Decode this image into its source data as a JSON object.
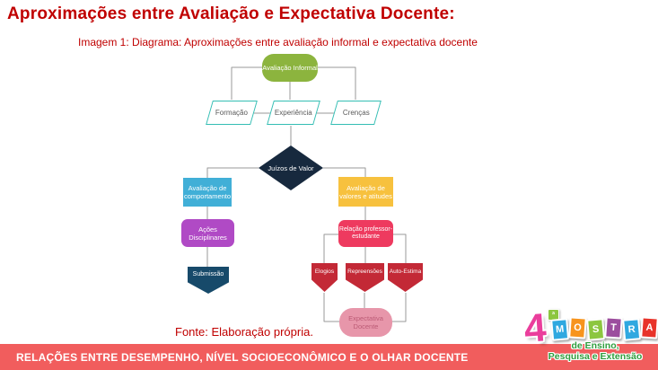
{
  "page": {
    "title": "Aproximações entre Avaliação e Expectativa Docente:",
    "caption": "Imagem 1: Diagrama: Aproximações entre avaliação informal e expectativa docente",
    "source_note": "Fonte: Elaboração própria."
  },
  "diagram": {
    "nodes": {
      "informal": {
        "label": "Avaliação Informal",
        "shape": "rounded-rectangle",
        "color": "#8CB43E"
      },
      "formacao": {
        "label": "Formação",
        "shape": "parallelogram",
        "color": "#35BEB4"
      },
      "experiencia": {
        "label": "Experiência",
        "shape": "parallelogram",
        "color": "#35BEB4"
      },
      "crencas": {
        "label": "Crenças",
        "shape": "parallelogram",
        "color": "#35BEB4"
      },
      "juizos": {
        "label": "Juízos de Valor",
        "shape": "diamond",
        "color": "#17293E"
      },
      "comportamento": {
        "label": "Avaliação de comportamento",
        "shape": "rectangle",
        "color": "#41AFD7"
      },
      "valores": {
        "label": "Avaliação de valores e atitudes",
        "shape": "rectangle",
        "color": "#F7C13E"
      },
      "acoes": {
        "label": "Ações Disciplinares",
        "shape": "rounded-rectangle",
        "color": "#B04AC5"
      },
      "relacao": {
        "label": "Relação professor-estudante",
        "shape": "rounded-rectangle",
        "color": "#EE3A5F"
      },
      "submissao": {
        "label": "Submissão",
        "shape": "pentagon-down",
        "color": "#174A6A"
      },
      "elogios": {
        "label": "Elogios",
        "shape": "pentagon-down",
        "color": "#C32936"
      },
      "repreensoes": {
        "label": "Repreensões",
        "shape": "pentagon-down",
        "color": "#C32936"
      },
      "autoestima": {
        "label": "Auto-Estima",
        "shape": "pentagon-down",
        "color": "#C32936"
      },
      "expectativa": {
        "label": "Expectativa Docente",
        "shape": "ellipse",
        "color": "#E796AA"
      }
    },
    "connector_color": "#9A9A9A"
  },
  "footer": {
    "banner_text": "RELAÇÕES ENTRE DESEMPENHO, NÍVEL SOCIOECONÔMICO E O OLHAR DOCENTE",
    "banner_color": "#F15D5D"
  },
  "logo": {
    "number": "4",
    "ordinal": "ª",
    "letters": [
      "M",
      "O",
      "S",
      "T",
      "R",
      "A"
    ],
    "tile_colors": [
      "#2FA8E0",
      "#F7941D",
      "#8CC63F",
      "#9C4E9E",
      "#2FA8E0",
      "#E8332A"
    ],
    "number_color": "#EA3E9C",
    "tagline_line1": "de Ensino,",
    "tagline_line2": "Pesquisa e Extensão",
    "tagline_color": "#2F9E3E"
  },
  "colors": {
    "title_red": "#C00000"
  }
}
